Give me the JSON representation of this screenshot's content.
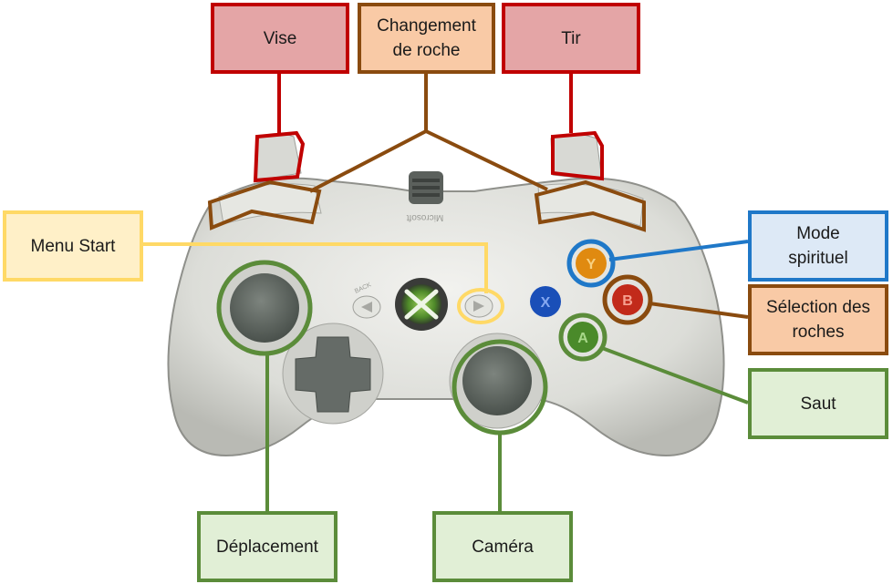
{
  "colors": {
    "red": "#c00000",
    "brown": "#8a4b0f",
    "yellow": "#ffd966",
    "blue": "#1f78c8",
    "green": "#5b8c3a",
    "button_y": "#e08a10",
    "button_b": "#c22a1a",
    "button_a": "#4a8a2a",
    "button_x": "#1a4fb8",
    "controller_body": "#dcddd8"
  },
  "controller": {
    "brand_text": "Microsoft",
    "back_text": "BACK",
    "face_buttons": [
      "Y",
      "B",
      "A",
      "X"
    ]
  },
  "labels": {
    "vise": "Vise",
    "changement": "Changement\nde roche",
    "tir": "Tir",
    "menu_start": "Menu Start",
    "mode_spirituel": "Mode\nspirituel",
    "selection": "Sélection des\nroches",
    "saut": "Saut",
    "deplacement": "Déplacement",
    "camera": "Caméra"
  }
}
